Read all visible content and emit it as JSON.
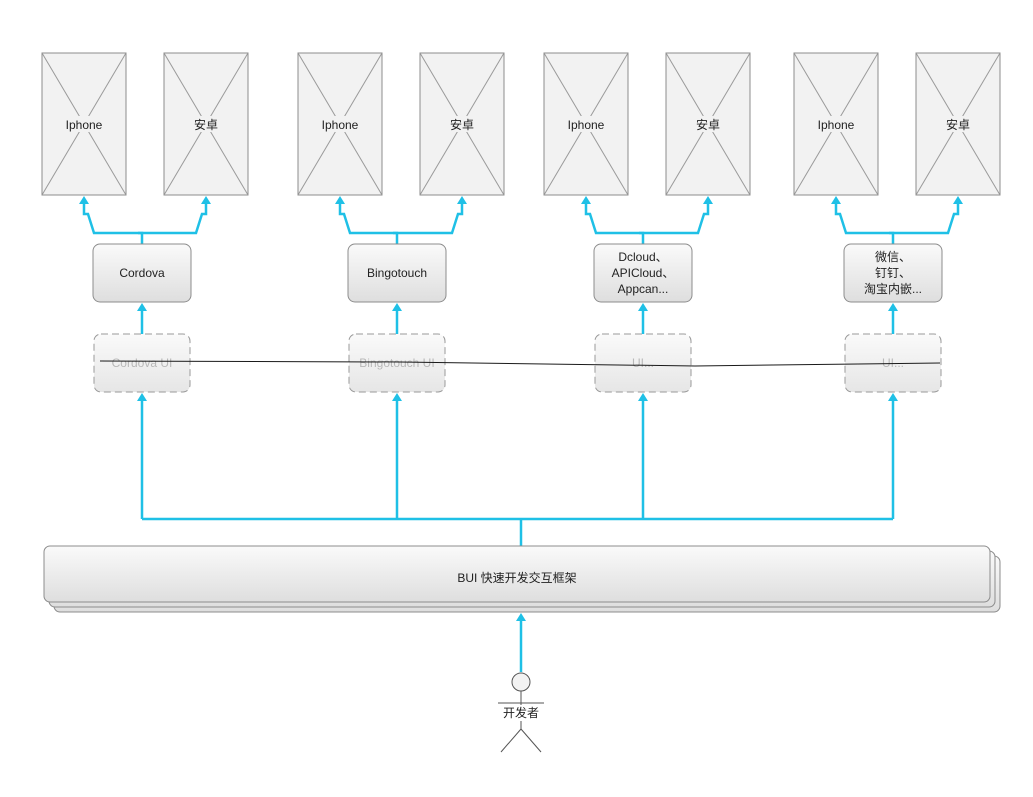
{
  "colors": {
    "connector": "#1fc0e6",
    "device_fill": "#f2f2f2",
    "device_stroke": "#8c8c8c",
    "box_stroke": "#8c8c8c",
    "ui_stroke": "#9a9a9a",
    "text": "#222222",
    "faint_text": "#b8b8b8"
  },
  "groups": [
    {
      "devices": [
        "Iphone",
        "安卓"
      ],
      "platform_lines": [
        "Cordova"
      ],
      "ui_label": "Cordova UI"
    },
    {
      "devices": [
        "Iphone",
        "安卓"
      ],
      "platform_lines": [
        "Bingotouch"
      ],
      "ui_label": "Bingotouch UI"
    },
    {
      "devices": [
        "Iphone",
        "安卓"
      ],
      "platform_lines": [
        "Dcloud、",
        "APICloud、",
        "Appcan..."
      ],
      "ui_label": "UI..."
    },
    {
      "devices": [
        "Iphone",
        "安卓"
      ],
      "platform_lines": [
        "微信、",
        "钉钉、",
        "淘宝内嵌..."
      ],
      "ui_label": "UI..."
    }
  ],
  "framework_label": "BUI 快速开发交互框架",
  "actor_label": "开发者"
}
